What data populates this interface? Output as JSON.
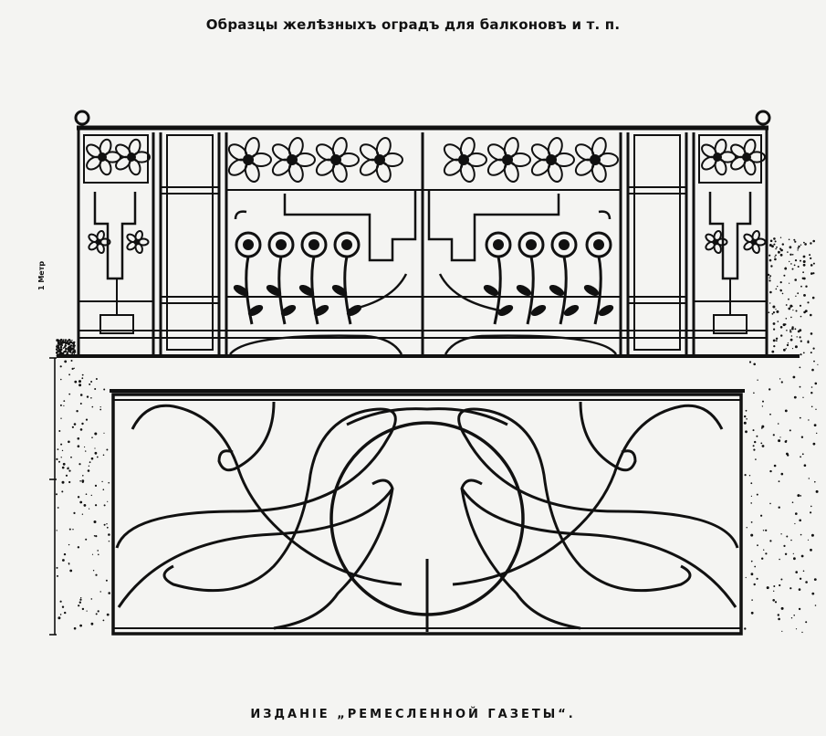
{
  "plate": {
    "title": "Образцы желѣзныхъ оградъ для балконовъ и т. п.",
    "scale_label": "1 Метр",
    "footer": "ИЗДАНІЕ „РЕМЕСЛЕННОЙ ГАЗЕТЫ“."
  },
  "colors": {
    "ink": "#111111",
    "paper": "#f4f4f2"
  }
}
